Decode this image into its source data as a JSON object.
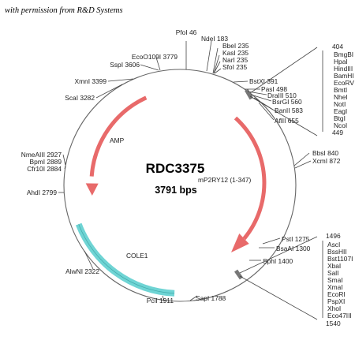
{
  "credit": "with permission from R&D Systems",
  "plasmid": {
    "name": "RDC3375",
    "size_label": "3791 bps"
  },
  "features": {
    "amp": "AMP",
    "insert": "mP2RY12 (1-347)",
    "ori": "COLE1"
  },
  "sites": [
    "PfoI 46",
    "NdeI 183",
    "BbeI 235",
    "KasI 235",
    "NarI 235",
    "SfoI 235",
    "BstXI 391",
    "PasI 498",
    "DraIII 510",
    "BsrGI 560",
    "BanII 583",
    "AflII 655",
    "BbsI 840",
    "XcmI 872",
    "PstI 1275",
    "BsaAI 1300",
    "SphI 1400",
    "SapI 1788",
    "PciI 1911",
    "AlwNI 2322",
    "AhdI 2799",
    "Cfr10I 2884",
    "BpmI 2889",
    "NmeAIII 2927",
    "ScaI 3282",
    "XmnI 3399",
    "SspI 3606",
    "EcoO109I 3779"
  ],
  "mcs1": {
    "start": "404",
    "end": "449",
    "enzymes": [
      "BmgBI",
      "HpaI",
      "HindIII",
      "BamHI",
      "EcoRV",
      "BmtI",
      "NheI",
      "NotI",
      "EagI",
      "BtgI",
      "NcoI"
    ]
  },
  "mcs2": {
    "start": "1496",
    "end": "1540",
    "enzymes": [
      "AscI",
      "BssHII",
      "Bst1107I",
      "XbaI",
      "SalI",
      "SmaI",
      "XmaI",
      "EcoRI",
      "PspXI",
      "XhoI",
      "Eco47III"
    ]
  },
  "colors": {
    "arrow": "#e86a6a",
    "ori": "#6fd4d4",
    "circle": "#666666"
  }
}
